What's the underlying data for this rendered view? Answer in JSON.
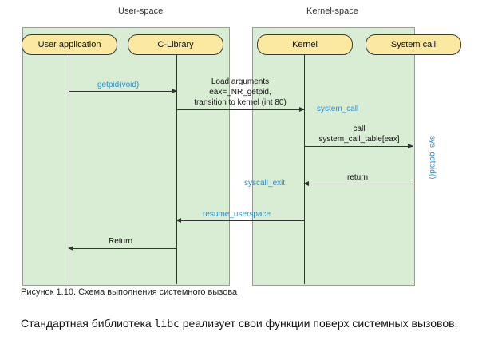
{
  "regions": {
    "user_space": "User-space",
    "kernel_space": "Kernel-space"
  },
  "actors": {
    "user_application": "User application",
    "c_library": "C-Library",
    "kernel": "Kernel",
    "system_call": "System call"
  },
  "messages": {
    "getpid": "getpid(void)",
    "load_line1": "Load arguments",
    "load_line2": "eax=_NR_getpid,",
    "load_line3": "transition to kernel (int 80)",
    "system_call": "system_call",
    "call_line1": "call",
    "call_line2": "system_call_table[eax]",
    "sys_getpid": "sys_getpid()",
    "return_kernel": "return",
    "syscall_exit": "syscall_exit",
    "resume_userspace": "resume_userspace",
    "return_user": "Return"
  },
  "caption": "Рисунок 1.10. Схема выполнения системного вызова",
  "paragraph": {
    "before": "Стандартная библиотека ",
    "code": "libc",
    "after": " реализует свои функции поверх системных вызовов."
  },
  "colors": {
    "panel": "#d9ecd4",
    "actor": "#fbe9a1",
    "blue_label": "#2e8fc7"
  }
}
